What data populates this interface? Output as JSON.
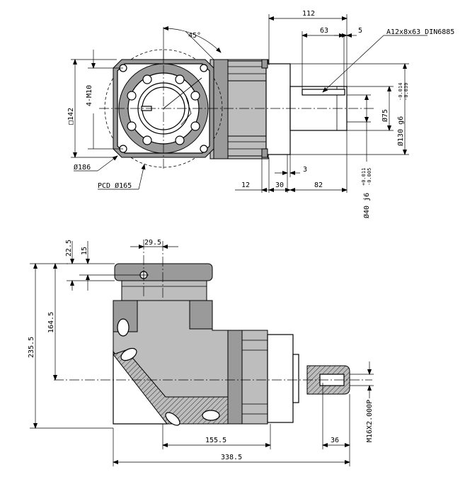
{
  "top_view": {
    "angle": "45°",
    "len_112": "112",
    "len_63": "63",
    "len_5": "5",
    "key_spec": "A12x8x63 DIN6885",
    "square": "142",
    "bolts": "4-M10",
    "dia_186": "186",
    "pcd": "PCD",
    "dia_165": "165",
    "dia_75": "75",
    "dia_130": "130 g6",
    "tol_130_up": "-0.014",
    "tol_130_lo": "-0.039",
    "len_3": "3",
    "len_12": "12",
    "len_30": "30",
    "len_82": "82",
    "dia_40": "40 j6",
    "tol_40_up": "+0.011",
    "tol_40_lo": "-0.005"
  },
  "side_view": {
    "len_29_5": "29.5",
    "len_22_5": "22.5",
    "len_15": "15",
    "len_235_5": "235.5",
    "len_164_5": "164.5",
    "thread": "M16X2.000P",
    "len_155_5": "155.5",
    "len_36": "36",
    "len_338_5": "338.5"
  },
  "symbols": {
    "diameter": "Ø",
    "square": "□"
  }
}
